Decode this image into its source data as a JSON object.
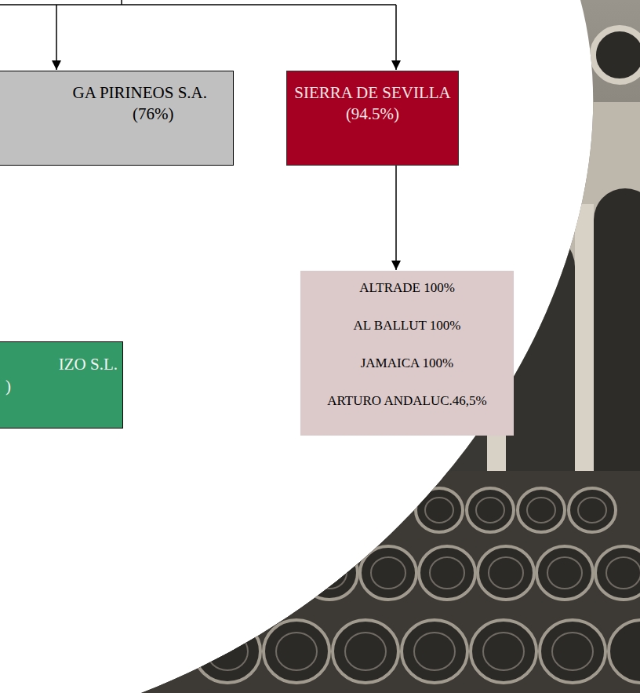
{
  "diagram": {
    "nodes": [
      {
        "text": [
          "GA PIRINEOS S.A.",
          "(76%)"
        ]
      },
      {
        "text": [
          "SIERRA DE SEVILLA",
          "(94.5%)"
        ]
      },
      {
        "text": [
          "ALTRADE 100%",
          "AL BALLUT 100%",
          "JAMAICA 100%",
          "ARTURO ANDALUC.46,5%"
        ]
      },
      {
        "text": [
          "IZO S.L.",
          ")"
        ]
      }
    ],
    "edges": [
      {
        "from": 1,
        "to": 2,
        "arrow": "to"
      }
    ]
  }
}
